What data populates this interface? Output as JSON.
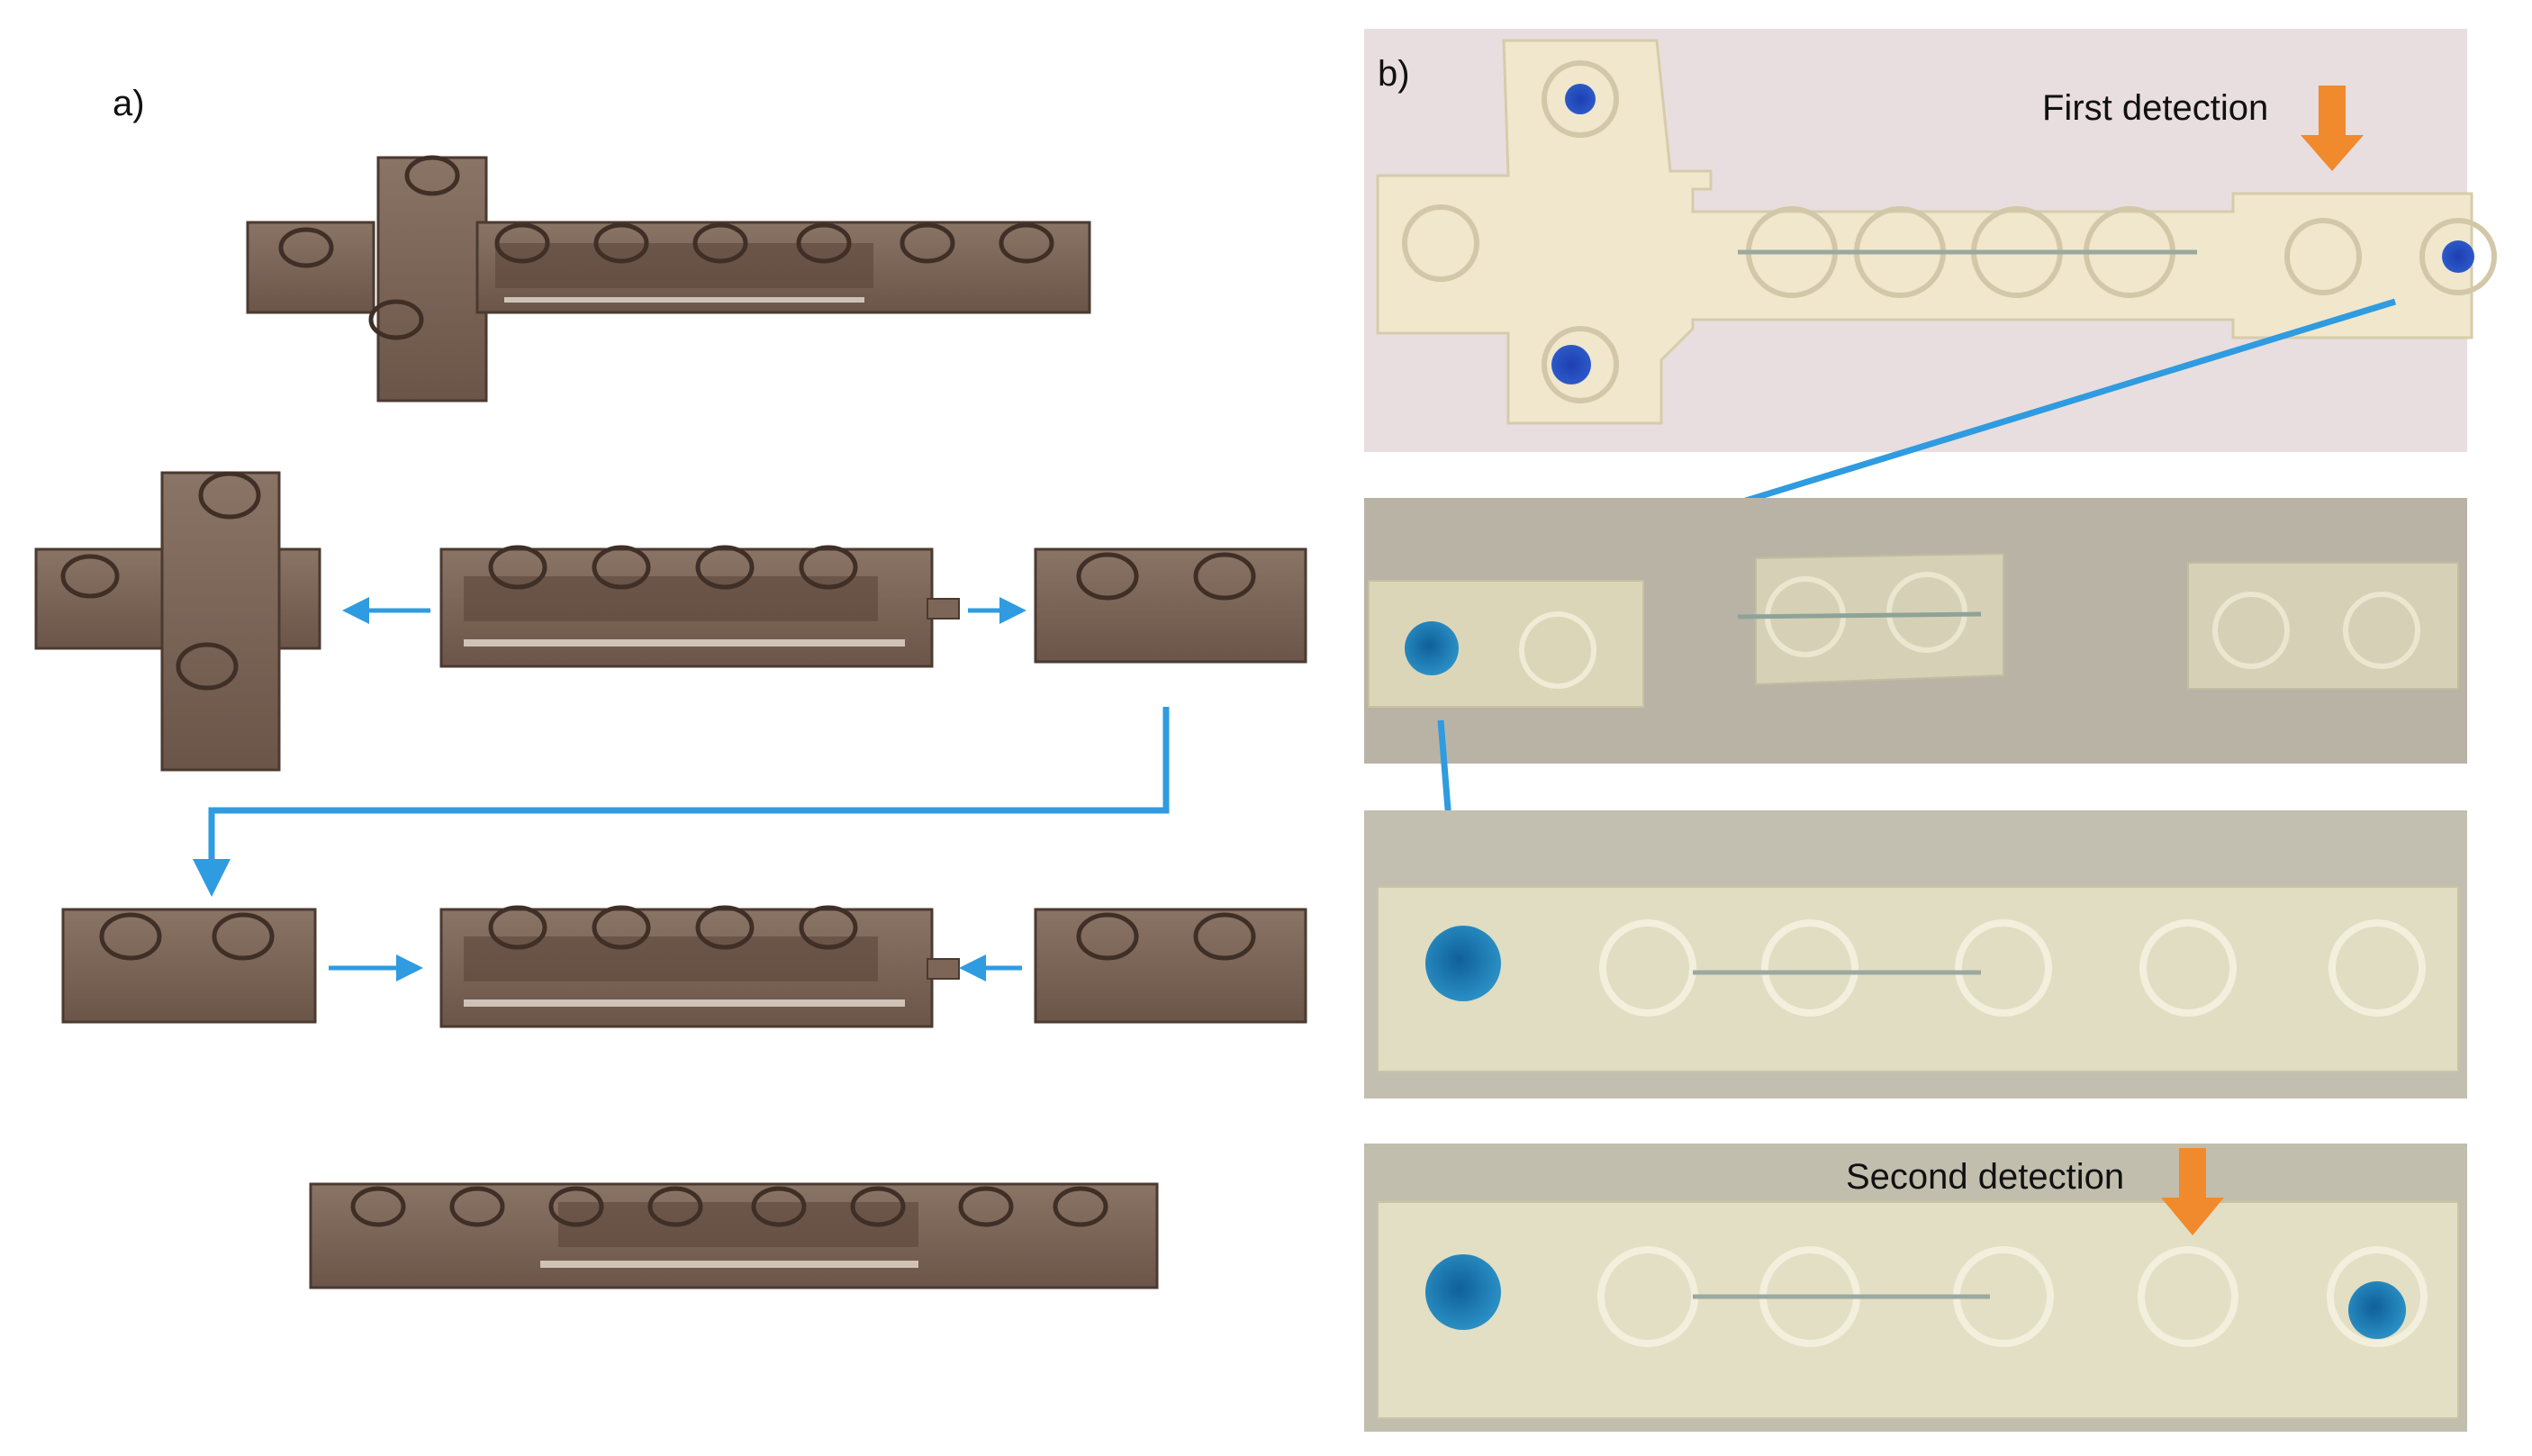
{
  "panel_a": {
    "label": "a)"
  },
  "panel_b": {
    "label": "b)",
    "first_detection_label": "First detection",
    "second_detection_label": "Second detection"
  },
  "colors": {
    "device": "#7d6657",
    "device_dark": "#5a463a",
    "device_light": "#a8968a",
    "arrow_blue": "#2f9be0",
    "arrow_orange": "#f08a2c",
    "photo_bg": "#e9dfe0",
    "chip": "#efe7cf",
    "dye": "#1f4fb0",
    "dye_teal": "#1a7fa6"
  }
}
